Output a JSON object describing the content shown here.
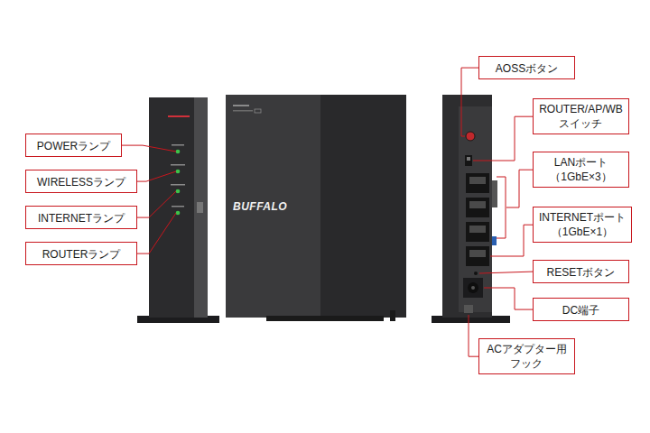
{
  "diagram": {
    "nodes": [
      {
        "text": [
          "POWERランプ"
        ]
      },
      {
        "text": [
          "WIRELESSランプ"
        ]
      },
      {
        "text": [
          "INTERNETランプ"
        ]
      },
      {
        "text": [
          "ROUTERランプ"
        ]
      },
      {
        "text": [
          "AOSSボタン"
        ]
      },
      {
        "text": [
          "ROUTER/AP/WB スイッチ"
        ]
      },
      {
        "text": [
          "LANポート （1GbE×3）"
        ]
      },
      {
        "text": [
          "INTERNETポート （1GbE×1）"
        ]
      },
      {
        "text": [
          "RESETボタン"
        ]
      },
      {
        "text": [
          "DC端子"
        ]
      },
      {
        "text": [
          "ACアダプター用 フック"
        ]
      }
    ],
    "labels": [
      "BUFFALO"
    ]
  }
}
